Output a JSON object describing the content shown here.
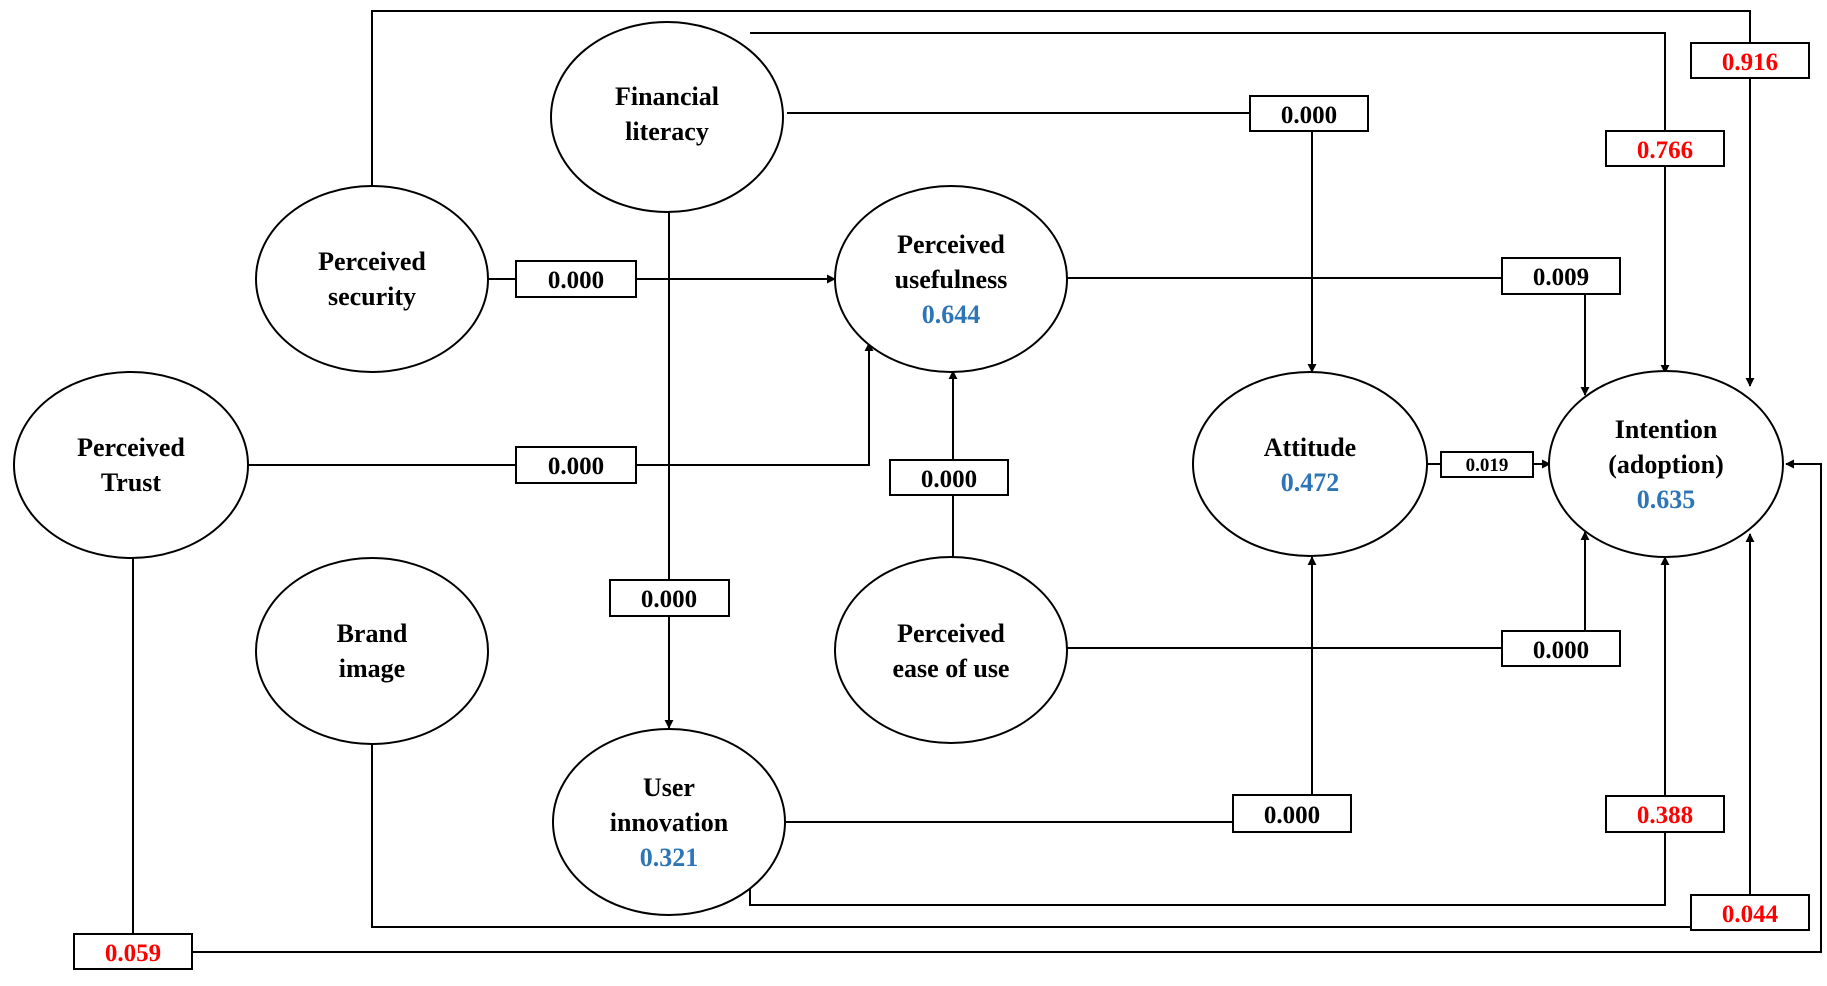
{
  "colors": {
    "significant": "#000000",
    "not_significant": "#ff0000",
    "r_squared": "#2e75b6"
  },
  "nodes": {
    "financial_literacy": {
      "lines": [
        "Financial",
        "literacy"
      ]
    },
    "perceived_security": {
      "lines": [
        "Perceived",
        "security"
      ]
    },
    "perceived_usefulness": {
      "lines": [
        "Perceived",
        "usefulness"
      ],
      "r2": "0.644"
    },
    "perceived_trust": {
      "lines": [
        "Perceived",
        "Trust"
      ]
    },
    "attitude": {
      "lines": [
        "Attitude"
      ],
      "r2": "0.472"
    },
    "intention": {
      "lines": [
        "Intention",
        "(adoption)"
      ],
      "r2": "0.635"
    },
    "brand_image": {
      "lines": [
        "Brand",
        "image"
      ]
    },
    "perceived_ease_of_use": {
      "lines": [
        "Perceived",
        "ease of use"
      ]
    },
    "user_innovation": {
      "lines": [
        "User",
        "innovation"
      ],
      "r2": "0.321"
    }
  },
  "paths": {
    "security_to_intention": "0.916",
    "financial_literacy_to_intention": "0.766",
    "financial_literacy_to_attitude": "0.000",
    "security_to_usefulness": "0.000",
    "usefulness_to_intention": "0.009",
    "trust_to_usefulness": "0.000",
    "ease_of_use_to_usefulness": "0.000",
    "attitude_to_intention": "0.019",
    "financial_literacy_to_innovation": "0.000",
    "ease_of_use_to_intention": "0.000",
    "innovation_to_attitude": "0.000",
    "innovation_to_intention": "0.388",
    "brand_image_to_intention": "0.044",
    "trust_to_intention": "0.059"
  }
}
